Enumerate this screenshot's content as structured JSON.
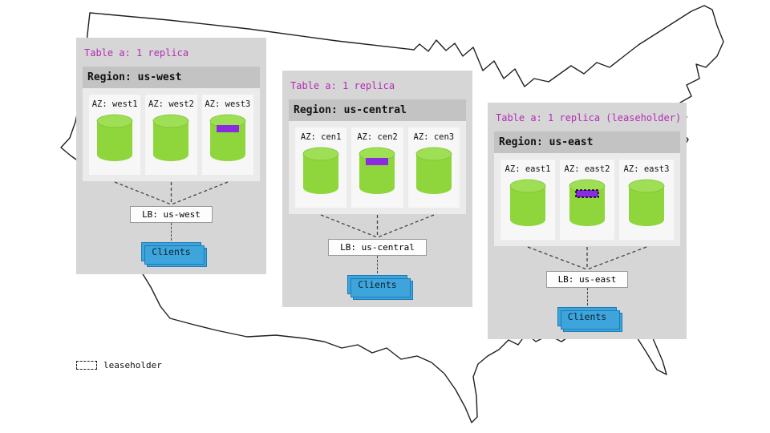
{
  "regions": [
    {
      "id": "us-west",
      "title": "Table a: 1 replica",
      "region_label": "Region: us-west",
      "azs": [
        {
          "label": "AZ: west1",
          "replica": false,
          "leaseholder": false
        },
        {
          "label": "AZ: west2",
          "replica": false,
          "leaseholder": false
        },
        {
          "label": "AZ: west3",
          "replica": true,
          "leaseholder": false
        }
      ],
      "lb_label": "LB: us-west",
      "clients_label": "Clients"
    },
    {
      "id": "us-central",
      "title": "Table a: 1 replica",
      "region_label": "Region: us-central",
      "azs": [
        {
          "label": "AZ: cen1",
          "replica": false,
          "leaseholder": false
        },
        {
          "label": "AZ: cen2",
          "replica": true,
          "leaseholder": false
        },
        {
          "label": "AZ: cen3",
          "replica": false,
          "leaseholder": false
        }
      ],
      "lb_label": "LB: us-central",
      "clients_label": "Clients"
    },
    {
      "id": "us-east",
      "title": "Table a: 1 replica (leaseholder)",
      "region_label": "Region: us-east",
      "azs": [
        {
          "label": "AZ: east1",
          "replica": false,
          "leaseholder": false
        },
        {
          "label": "AZ: east2",
          "replica": true,
          "leaseholder": true
        },
        {
          "label": "AZ: east3",
          "replica": false,
          "leaseholder": false
        }
      ],
      "lb_label": "LB: us-east",
      "clients_label": "Clients"
    }
  ],
  "legend": {
    "label": "leaseholder"
  },
  "colors": {
    "title_purple": "#b42cb4",
    "replica_purple": "#8a2be2",
    "cylinder_green": "#8ed63c",
    "cylinder_green_top": "#9fdf55",
    "clients_blue": "#3da5dc",
    "clients_border": "#1d7ab5",
    "panel_gray": "#d6d6d6",
    "header_gray": "#c3c3c3",
    "body_gray": "#ebebeb",
    "az_bg": "#f7f7f7",
    "line_color": "#444444"
  }
}
